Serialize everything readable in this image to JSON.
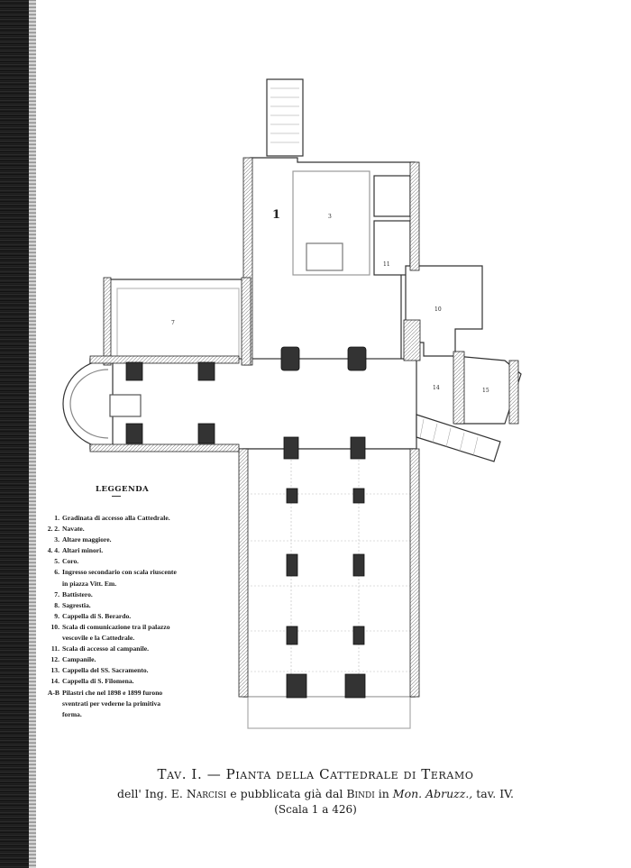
{
  "plan_labels": {
    "one": "1",
    "three": "3",
    "seven": "7",
    "ten": "10",
    "eleven": "11",
    "fourteen": "14",
    "fifteen": "15"
  },
  "legend": {
    "title": "LEGGENDA",
    "items": [
      {
        "num": "1.",
        "text": "Gradinata di accesso alla Cattedrale."
      },
      {
        "num": "2. 2.",
        "text": "Navate."
      },
      {
        "num": "3.",
        "text": "Altare maggiore."
      },
      {
        "num": "4. 4.",
        "text": "Altari minori."
      },
      {
        "num": "5.",
        "text": "Coro."
      },
      {
        "num": "6.",
        "text": "Ingresso secondario con scala riuscente\nin piazza Vitt. Em."
      },
      {
        "num": "7.",
        "text": "Battistero."
      },
      {
        "num": "8.",
        "text": "Sagrestia."
      },
      {
        "num": "9.",
        "text": "Cappella di S. Berardo."
      },
      {
        "num": "10.",
        "text": "Scala di comunicazione tra il palazzo\nvescovile e la Cattedrale."
      },
      {
        "num": "11.",
        "text": "Scala di accesso al campanile."
      },
      {
        "num": "12.",
        "text": "Campanile."
      },
      {
        "num": "13.",
        "text": "Cappella del SS. Sacramento."
      },
      {
        "num": "14.",
        "text": "Cappella di S. Filomena."
      },
      {
        "num": "A-B",
        "text": "Pilastri che nel 1898 e 1899 furono\nsventrati per vederne la primitiva\nforma."
      }
    ]
  },
  "caption": {
    "tav": "Tav. I.",
    "dash": " — ",
    "title": "Pianta della Cattedrale di Teramo",
    "sub_a": "dell' Ing. E. ",
    "sub_name1": "Narcisi",
    "sub_b": " e pubblicata già dal ",
    "sub_name2": "Bindi",
    "sub_c": " in ",
    "sub_work": "Mon. Abruzz.,",
    "sub_d": " tav. IV.",
    "scale": "(Scala 1 a 426)"
  }
}
